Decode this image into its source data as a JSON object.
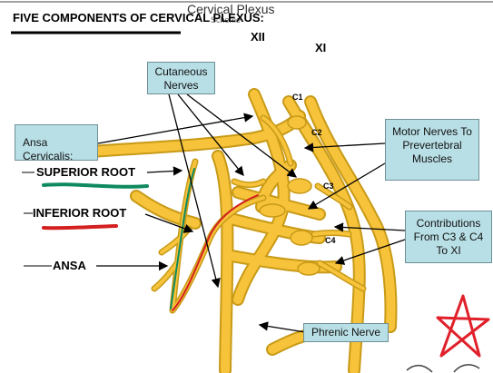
{
  "slide": {
    "title": "FIVE COMPONENTS OF CERVICAL PLEXUS:",
    "overlay_title": "Cervical Plexus",
    "overlay_subtitle": "Scheme"
  },
  "diagram": {
    "roman_labels": [
      "XII",
      "XI"
    ],
    "root_labels": [
      "C1",
      "C2",
      "C3",
      "C4"
    ],
    "callouts": {
      "cutaneous": "Cutaneous Nerves",
      "ansa_cervicalis": "Ansa Cervicalis:",
      "motor": "Motor Nerves To Prevertebral Muscles",
      "contributions": "Contributions From C3 & C4 To XI",
      "phrenic": "Phrenic Nerve"
    },
    "side_labels": {
      "superior_root": "SUPERIOR ROOT",
      "inferior_root": "INFERIOR ROOT",
      "ansa": "ANSA"
    },
    "colors": {
      "nerve": "#f6c33b",
      "nerve_outline": "#c89a17",
      "callout_fill": "#b9dfe6",
      "superior_root_marker": "#0f8a5f",
      "inferior_root_marker": "#d41f1f",
      "star_annotation": "#e0202a"
    }
  }
}
